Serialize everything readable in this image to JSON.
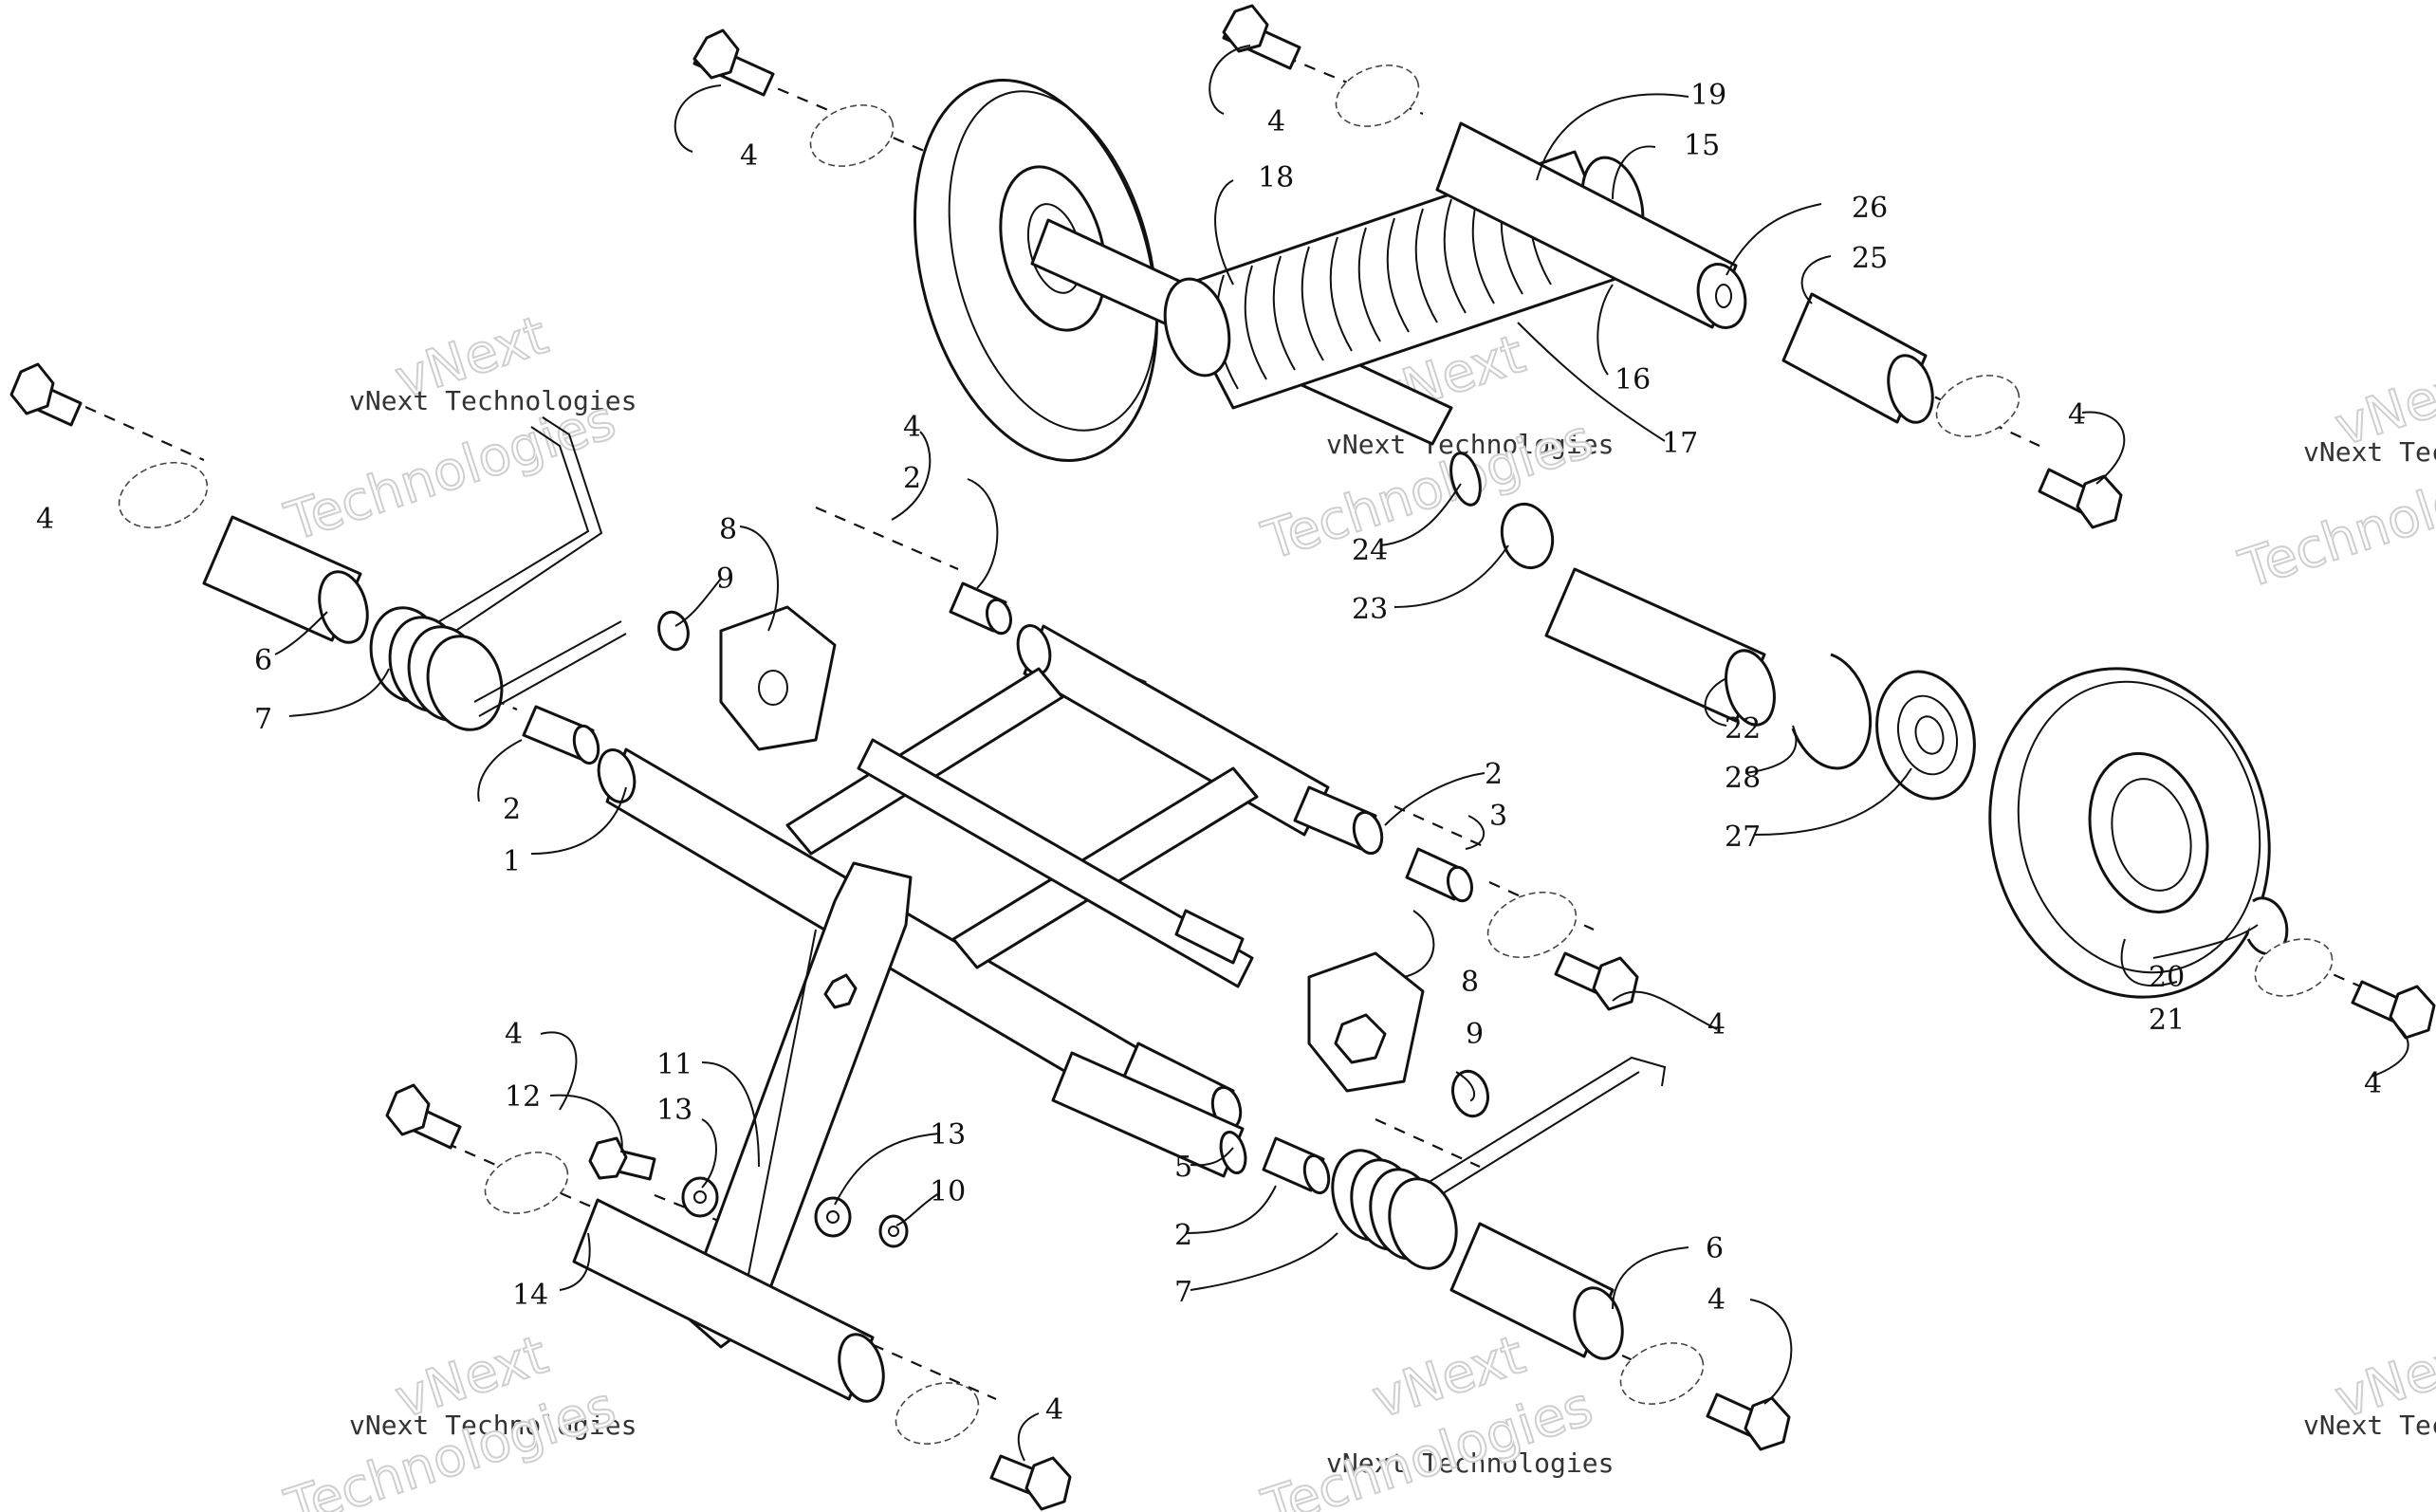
{
  "watermark": {
    "line1": "vNext",
    "line2": "vNext Technologies",
    "line3": "Technologies"
  },
  "callouts": [
    {
      "id": "c01",
      "label": "4"
    },
    {
      "id": "c02",
      "label": "4"
    },
    {
      "id": "c03",
      "label": "19"
    },
    {
      "id": "c04",
      "label": "15"
    },
    {
      "id": "c05",
      "label": "18"
    },
    {
      "id": "c06",
      "label": "26"
    },
    {
      "id": "c07",
      "label": "25"
    },
    {
      "id": "c08",
      "label": "16"
    },
    {
      "id": "c09",
      "label": "17"
    },
    {
      "id": "c10",
      "label": "4"
    },
    {
      "id": "c11",
      "label": "4"
    },
    {
      "id": "c12",
      "label": "4"
    },
    {
      "id": "c13",
      "label": "2"
    },
    {
      "id": "c14",
      "label": "8"
    },
    {
      "id": "c15",
      "label": "9"
    },
    {
      "id": "c16",
      "label": "24"
    },
    {
      "id": "c17",
      "label": "23"
    },
    {
      "id": "c18",
      "label": "6"
    },
    {
      "id": "c19",
      "label": "7"
    },
    {
      "id": "c20",
      "label": "22"
    },
    {
      "id": "c21",
      "label": "28"
    },
    {
      "id": "c22",
      "label": "27"
    },
    {
      "id": "c23",
      "label": "2"
    },
    {
      "id": "c24",
      "label": "3"
    },
    {
      "id": "c25",
      "label": "2"
    },
    {
      "id": "c26",
      "label": "1"
    },
    {
      "id": "c27",
      "label": "8"
    },
    {
      "id": "c28",
      "label": "4"
    },
    {
      "id": "c29",
      "label": "20"
    },
    {
      "id": "c30",
      "label": "21"
    },
    {
      "id": "c31",
      "label": "9"
    },
    {
      "id": "c32",
      "label": "4"
    },
    {
      "id": "c33",
      "label": "4"
    },
    {
      "id": "c34",
      "label": "12"
    },
    {
      "id": "c35",
      "label": "11"
    },
    {
      "id": "c36",
      "label": "13"
    },
    {
      "id": "c37",
      "label": "13"
    },
    {
      "id": "c38",
      "label": "10"
    },
    {
      "id": "c39",
      "label": "5"
    },
    {
      "id": "c40",
      "label": "2"
    },
    {
      "id": "c41",
      "label": "7"
    },
    {
      "id": "c42",
      "label": "6"
    },
    {
      "id": "c43",
      "label": "4"
    },
    {
      "id": "c44",
      "label": "14"
    },
    {
      "id": "c45",
      "label": "4"
    }
  ]
}
